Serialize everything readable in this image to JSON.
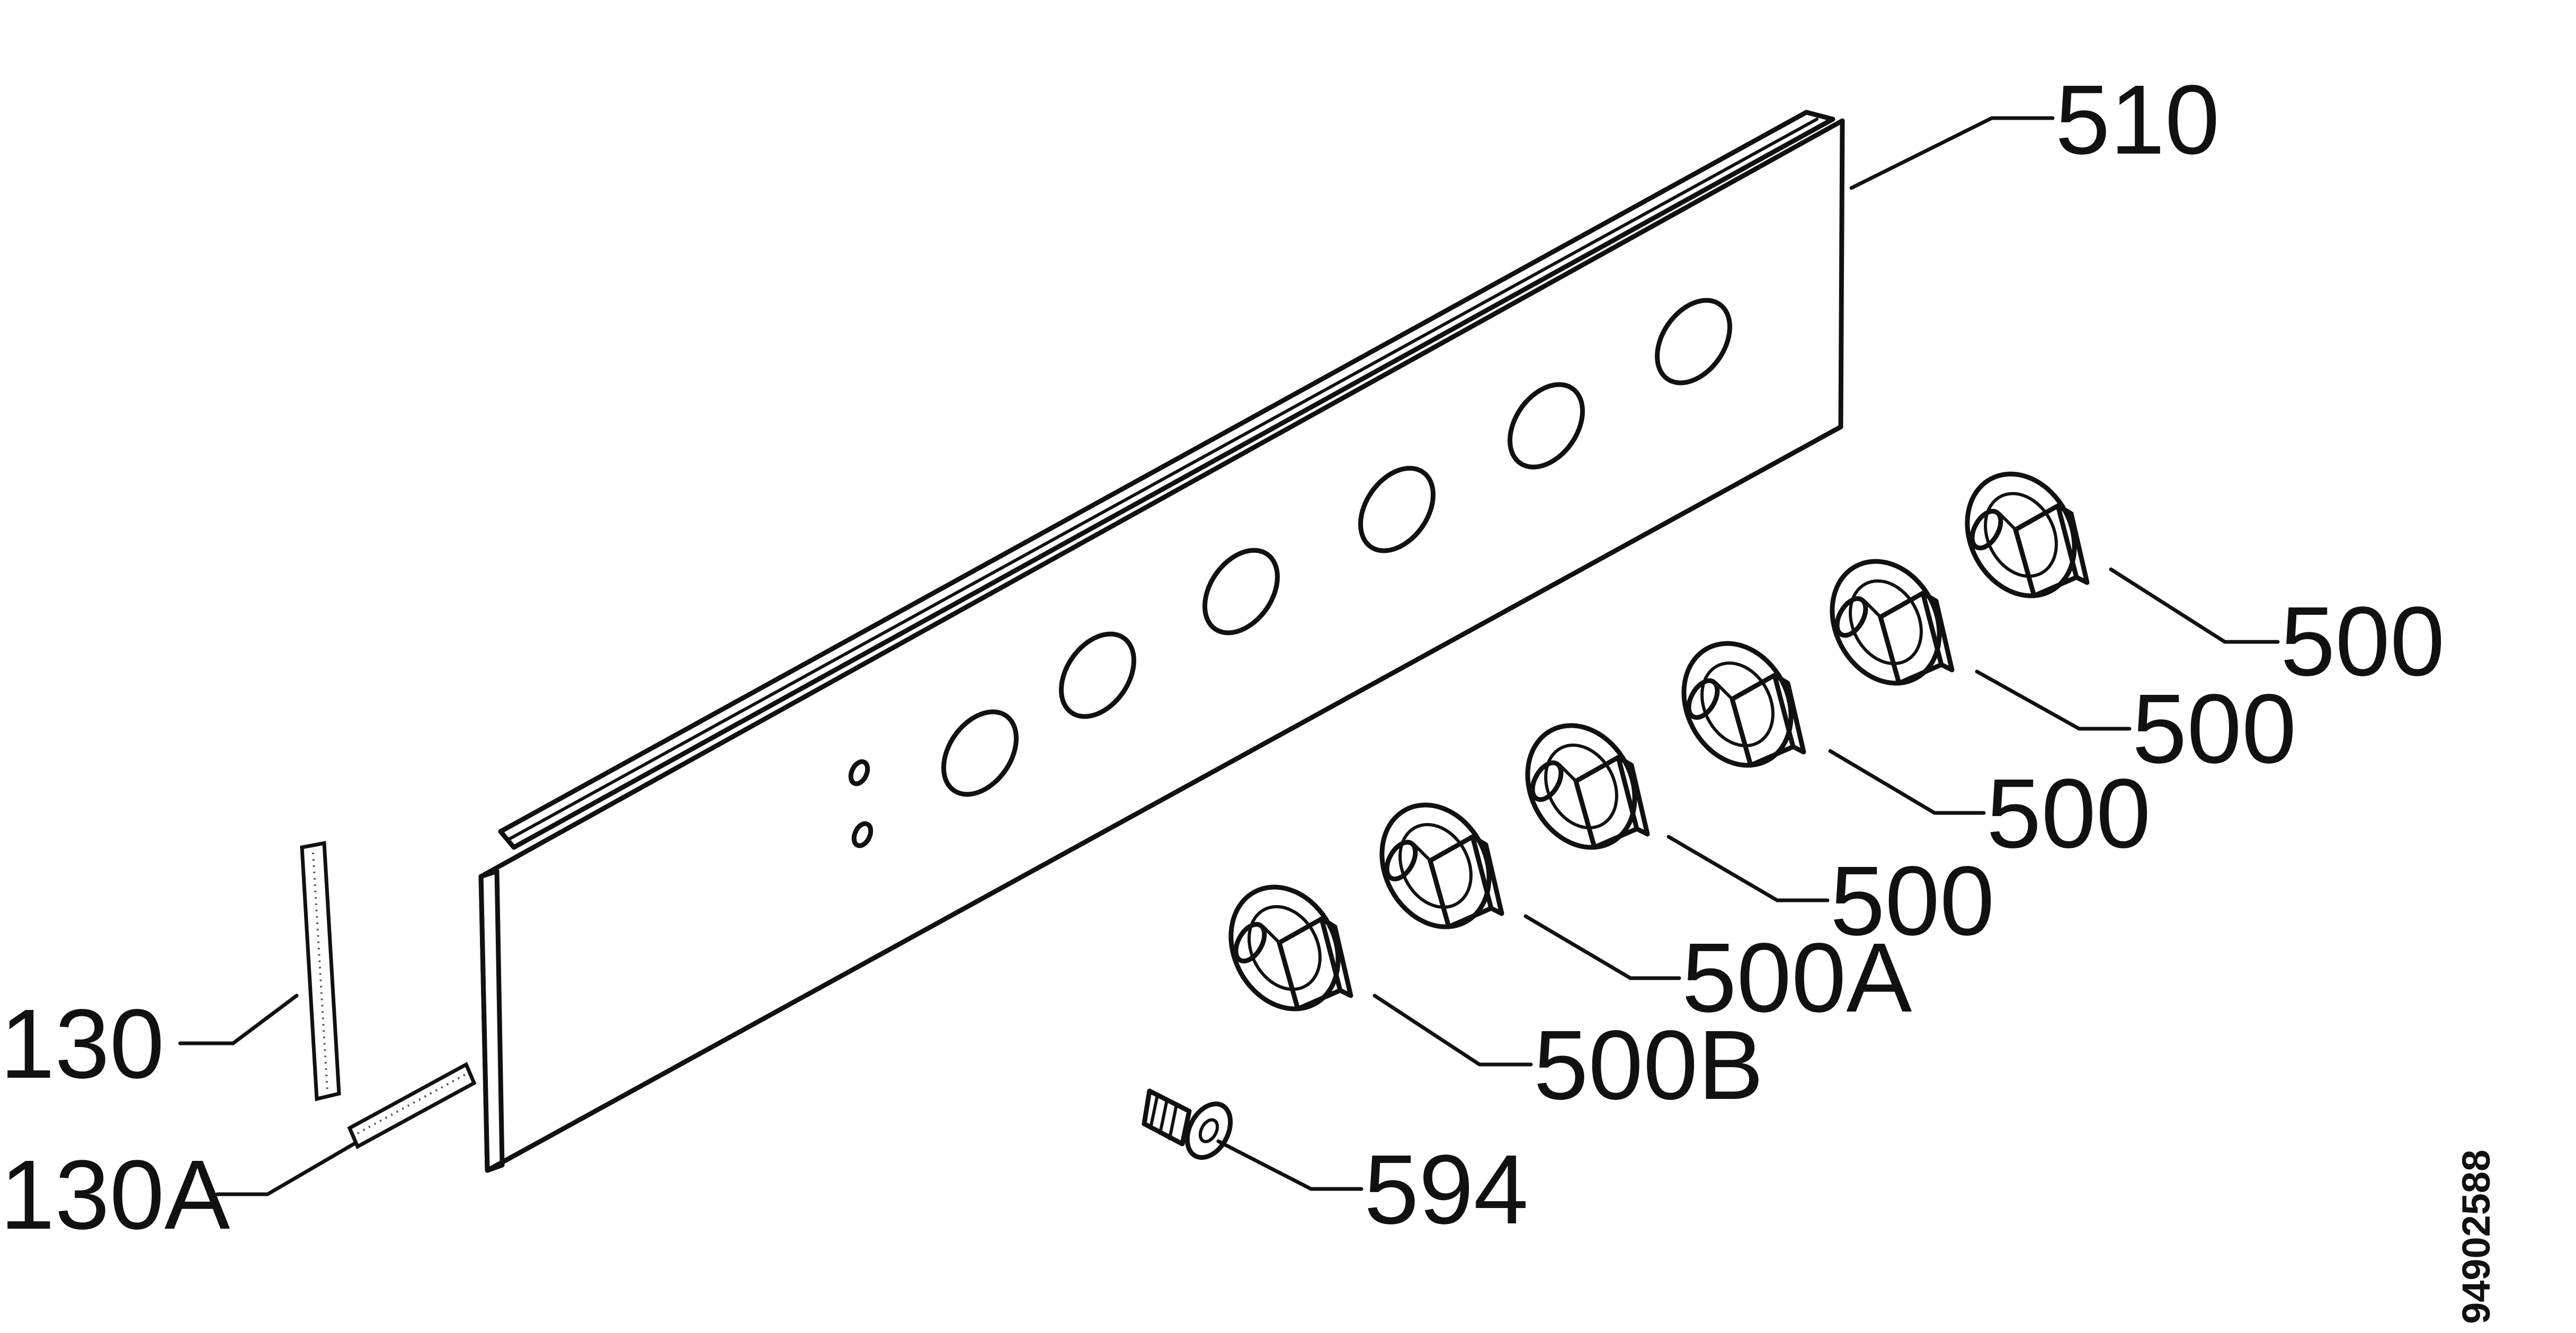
{
  "parts": [
    {
      "id": "panel",
      "label": "510"
    },
    {
      "id": "knob-1",
      "label": "500"
    },
    {
      "id": "knob-2",
      "label": "500"
    },
    {
      "id": "knob-3",
      "label": "500"
    },
    {
      "id": "knob-4",
      "label": "500"
    },
    {
      "id": "knob-a",
      "label": "500A"
    },
    {
      "id": "knob-b",
      "label": "500B"
    },
    {
      "id": "screw",
      "label": "594"
    },
    {
      "id": "strip-vertical",
      "label": "130"
    },
    {
      "id": "strip-horizontal",
      "label": "130A"
    }
  ],
  "drawing_code": "94902588"
}
